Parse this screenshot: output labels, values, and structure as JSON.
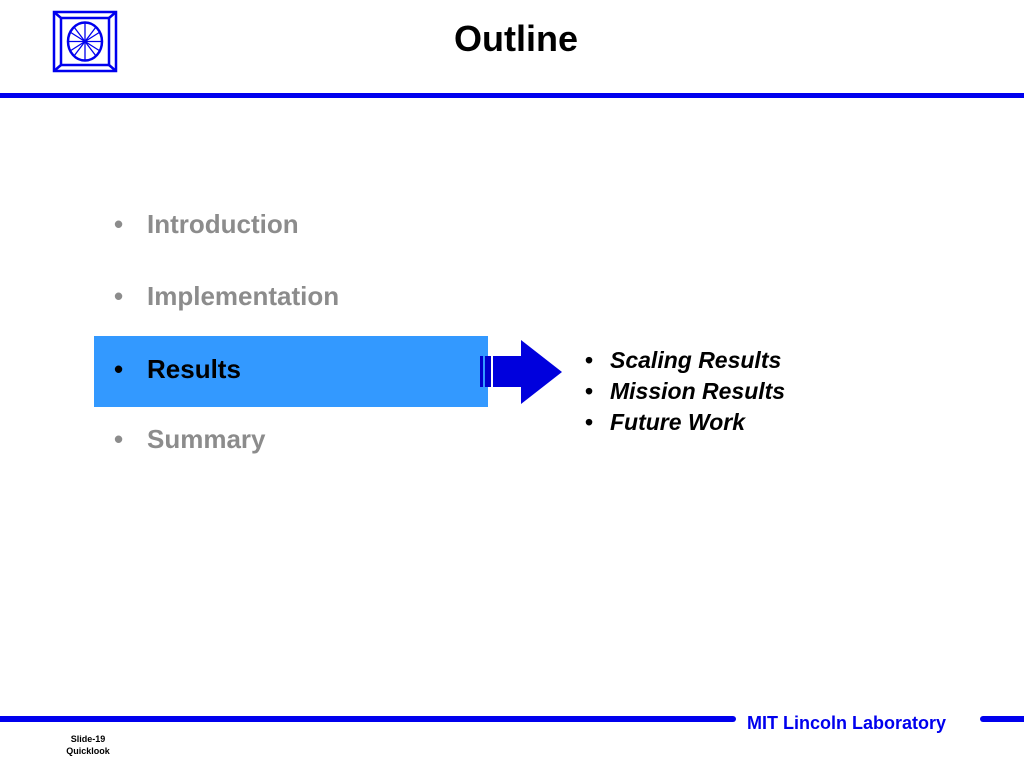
{
  "header": {
    "title": "Outline"
  },
  "outline": {
    "items": [
      {
        "label": "Introduction",
        "bullet": "•"
      },
      {
        "label": "Implementation",
        "bullet": "•"
      },
      {
        "label": "Results",
        "bullet": "•"
      },
      {
        "label": "Summary",
        "bullet": "•"
      }
    ]
  },
  "results_detail": {
    "items": [
      {
        "label": "Scaling Results",
        "bullet": "•"
      },
      {
        "label": "Mission Results",
        "bullet": "•"
      },
      {
        "label": "Future Work",
        "bullet": "•"
      }
    ]
  },
  "footer": {
    "lab_name": "MIT Lincoln Laboratory",
    "slide_number": "Slide-19",
    "deck_name": "Quicklook"
  },
  "colors": {
    "accent_blue": "#0000ee",
    "highlight": "#3399ff",
    "inactive_text": "#8c8c8c"
  },
  "icons": {
    "logo": "mit-ll-logo-icon",
    "arrow": "right-arrow-icon"
  }
}
